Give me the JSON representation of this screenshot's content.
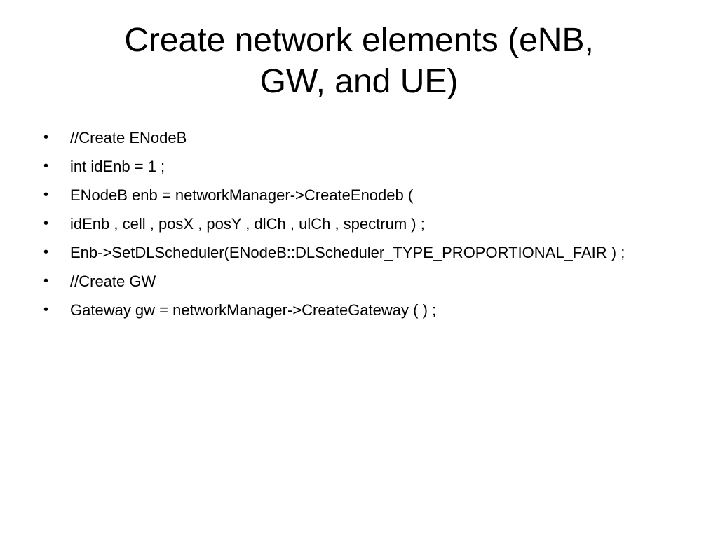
{
  "slide": {
    "title_line1": "Create network elements (eNB,",
    "title_line2": "GW, and UE)",
    "bullet_symbol": "•",
    "bullets": [
      "//Create ENodeB",
      "int idEnb = 1 ;",
      "ENodeB enb = networkManager->CreateEnodeb (",
      "idEnb , cell , posX , posY , dlCh , ulCh , spectrum ) ;",
      "Enb->SetDLScheduler(ENodeB::DLScheduler_TYPE_PROPORTIONAL_FAIR ) ;",
      "//Create GW",
      "Gateway gw = networkManager->CreateGateway ( ) ;"
    ]
  }
}
